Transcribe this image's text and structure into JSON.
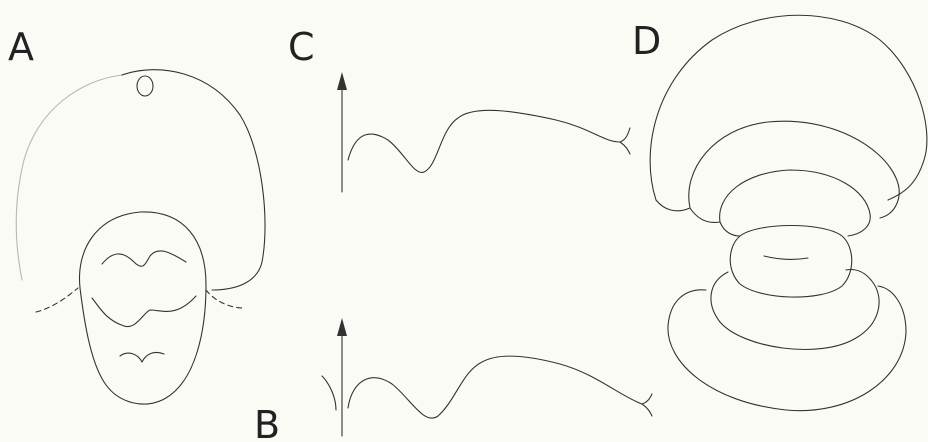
{
  "labels": {
    "a": "A",
    "b": "B",
    "c": "C",
    "d": "D"
  },
  "colors": {
    "background": "#fbfbf6",
    "ink": "#333333"
  }
}
